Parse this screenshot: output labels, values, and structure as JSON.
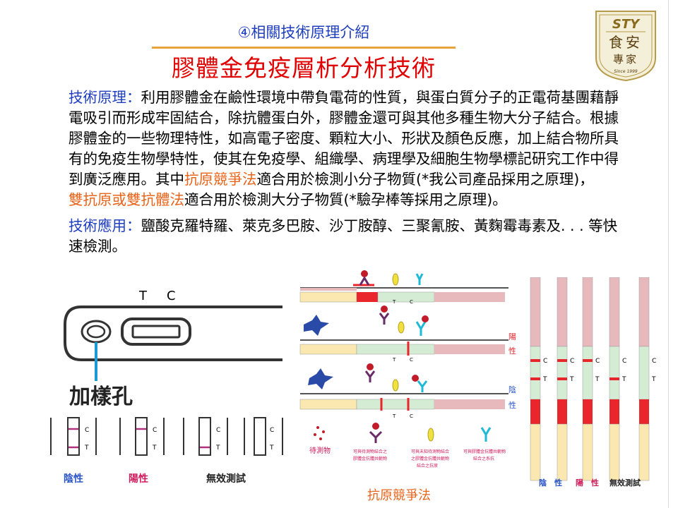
{
  "header": {
    "section_title": "④相關技術原理介紹",
    "main_title": "膠體金免疫層析分析技術"
  },
  "logo": {
    "top_text": "STY",
    "middle_text": "食安",
    "bottom_text": "專家",
    "since_text": "Since 1999"
  },
  "principle": {
    "label": "技術原理：",
    "text1": "利用膠體金在鹼性環境中帶負電荷的性質，與蛋白質分子的正電荷基團藉靜電吸引而形成牢固結合，除抗體蛋白外，膠體金還可與其他多種生物大分子結合。根據膠體金的一些物理特性，如高電子密度、顆粒大小、形狀及顏色反應，加上結合物所具有的免疫生物學特性，使其在免疫學、組織學、病理學及細胞生物學標記研究工作中得到廣泛應用。其中",
    "method1": "抗原競爭法",
    "text2": "適合用於檢測小分子物質(*我公司產品採用之原理)，",
    "method2": "雙抗原或雙抗體法",
    "text3": "適合用於檢測大分子物質(*驗孕棒等採用之原理)。"
  },
  "application": {
    "label": "技術應用：",
    "text": "鹽酸克羅特羅、萊克多巴胺、沙丁胺醇、三聚氰胺、黃麴霉毒素及. . . 等快速檢測。"
  },
  "device_figure": {
    "t_label": "T",
    "c_label": "C",
    "sample_hole_label": "加樣孔",
    "strip_c": "C",
    "strip_t": "T",
    "result_negative": "陰性",
    "result_positive": "陽性",
    "result_invalid": "無效測試"
  },
  "competition_figure": {
    "t": "T",
    "c": "C",
    "positive_label": [
      "陽",
      "性"
    ],
    "negative_label": [
      "陰",
      "性"
    ],
    "legend_analyte": "待測物",
    "legend_ab_analyte": [
      "可與待測物結合之",
      "膠體金抗體共軛物"
    ],
    "legend_ab_free": [
      "可與未知待測物結合",
      "之膠體金抗體共軛物",
      "結合之抗原"
    ],
    "legend_ab_goat": [
      "可與膠體金抗體共軛物",
      "結合之系抗"
    ],
    "caption": "抗原競爭法"
  },
  "strips_figure": {
    "c": "C",
    "t": "T",
    "label_negative": "陰　性",
    "label_positive": "陽　性",
    "label_invalid": "無效測試"
  },
  "colors": {
    "title_red": "#e00000",
    "section_blue": "#1f3fbf",
    "method_orange": "#e8641a",
    "rule_gold": "#e8a43a",
    "strip_pink": "#e7b9bd",
    "strip_green": "#d5ecd4",
    "strip_yellow": "#fbe7b0",
    "line_red": "#e8262c",
    "result_purple": "#b0307a"
  }
}
